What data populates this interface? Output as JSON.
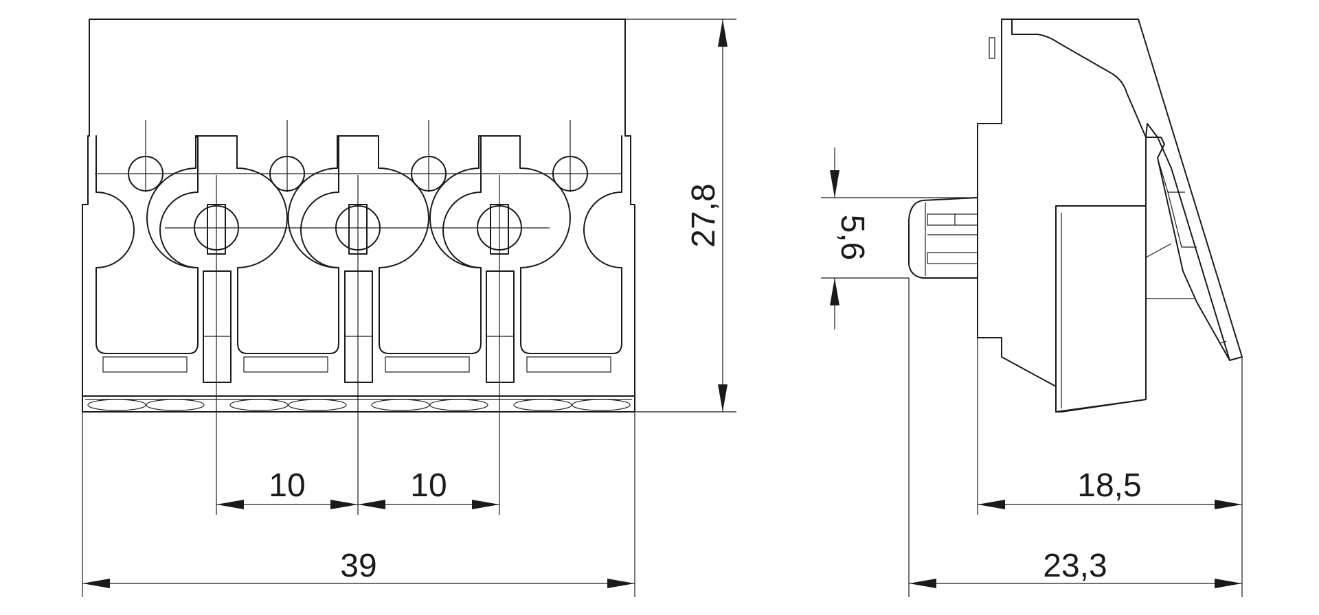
{
  "dimensions": {
    "total_width": "39",
    "pitch_left": "10",
    "pitch_right": "10",
    "height": "27,8",
    "pin_offset": "5,6",
    "side_inner_depth": "18,5",
    "side_total_depth": "23,3"
  },
  "colors": {
    "line": "#1a1a1a",
    "background": "#ffffff"
  }
}
